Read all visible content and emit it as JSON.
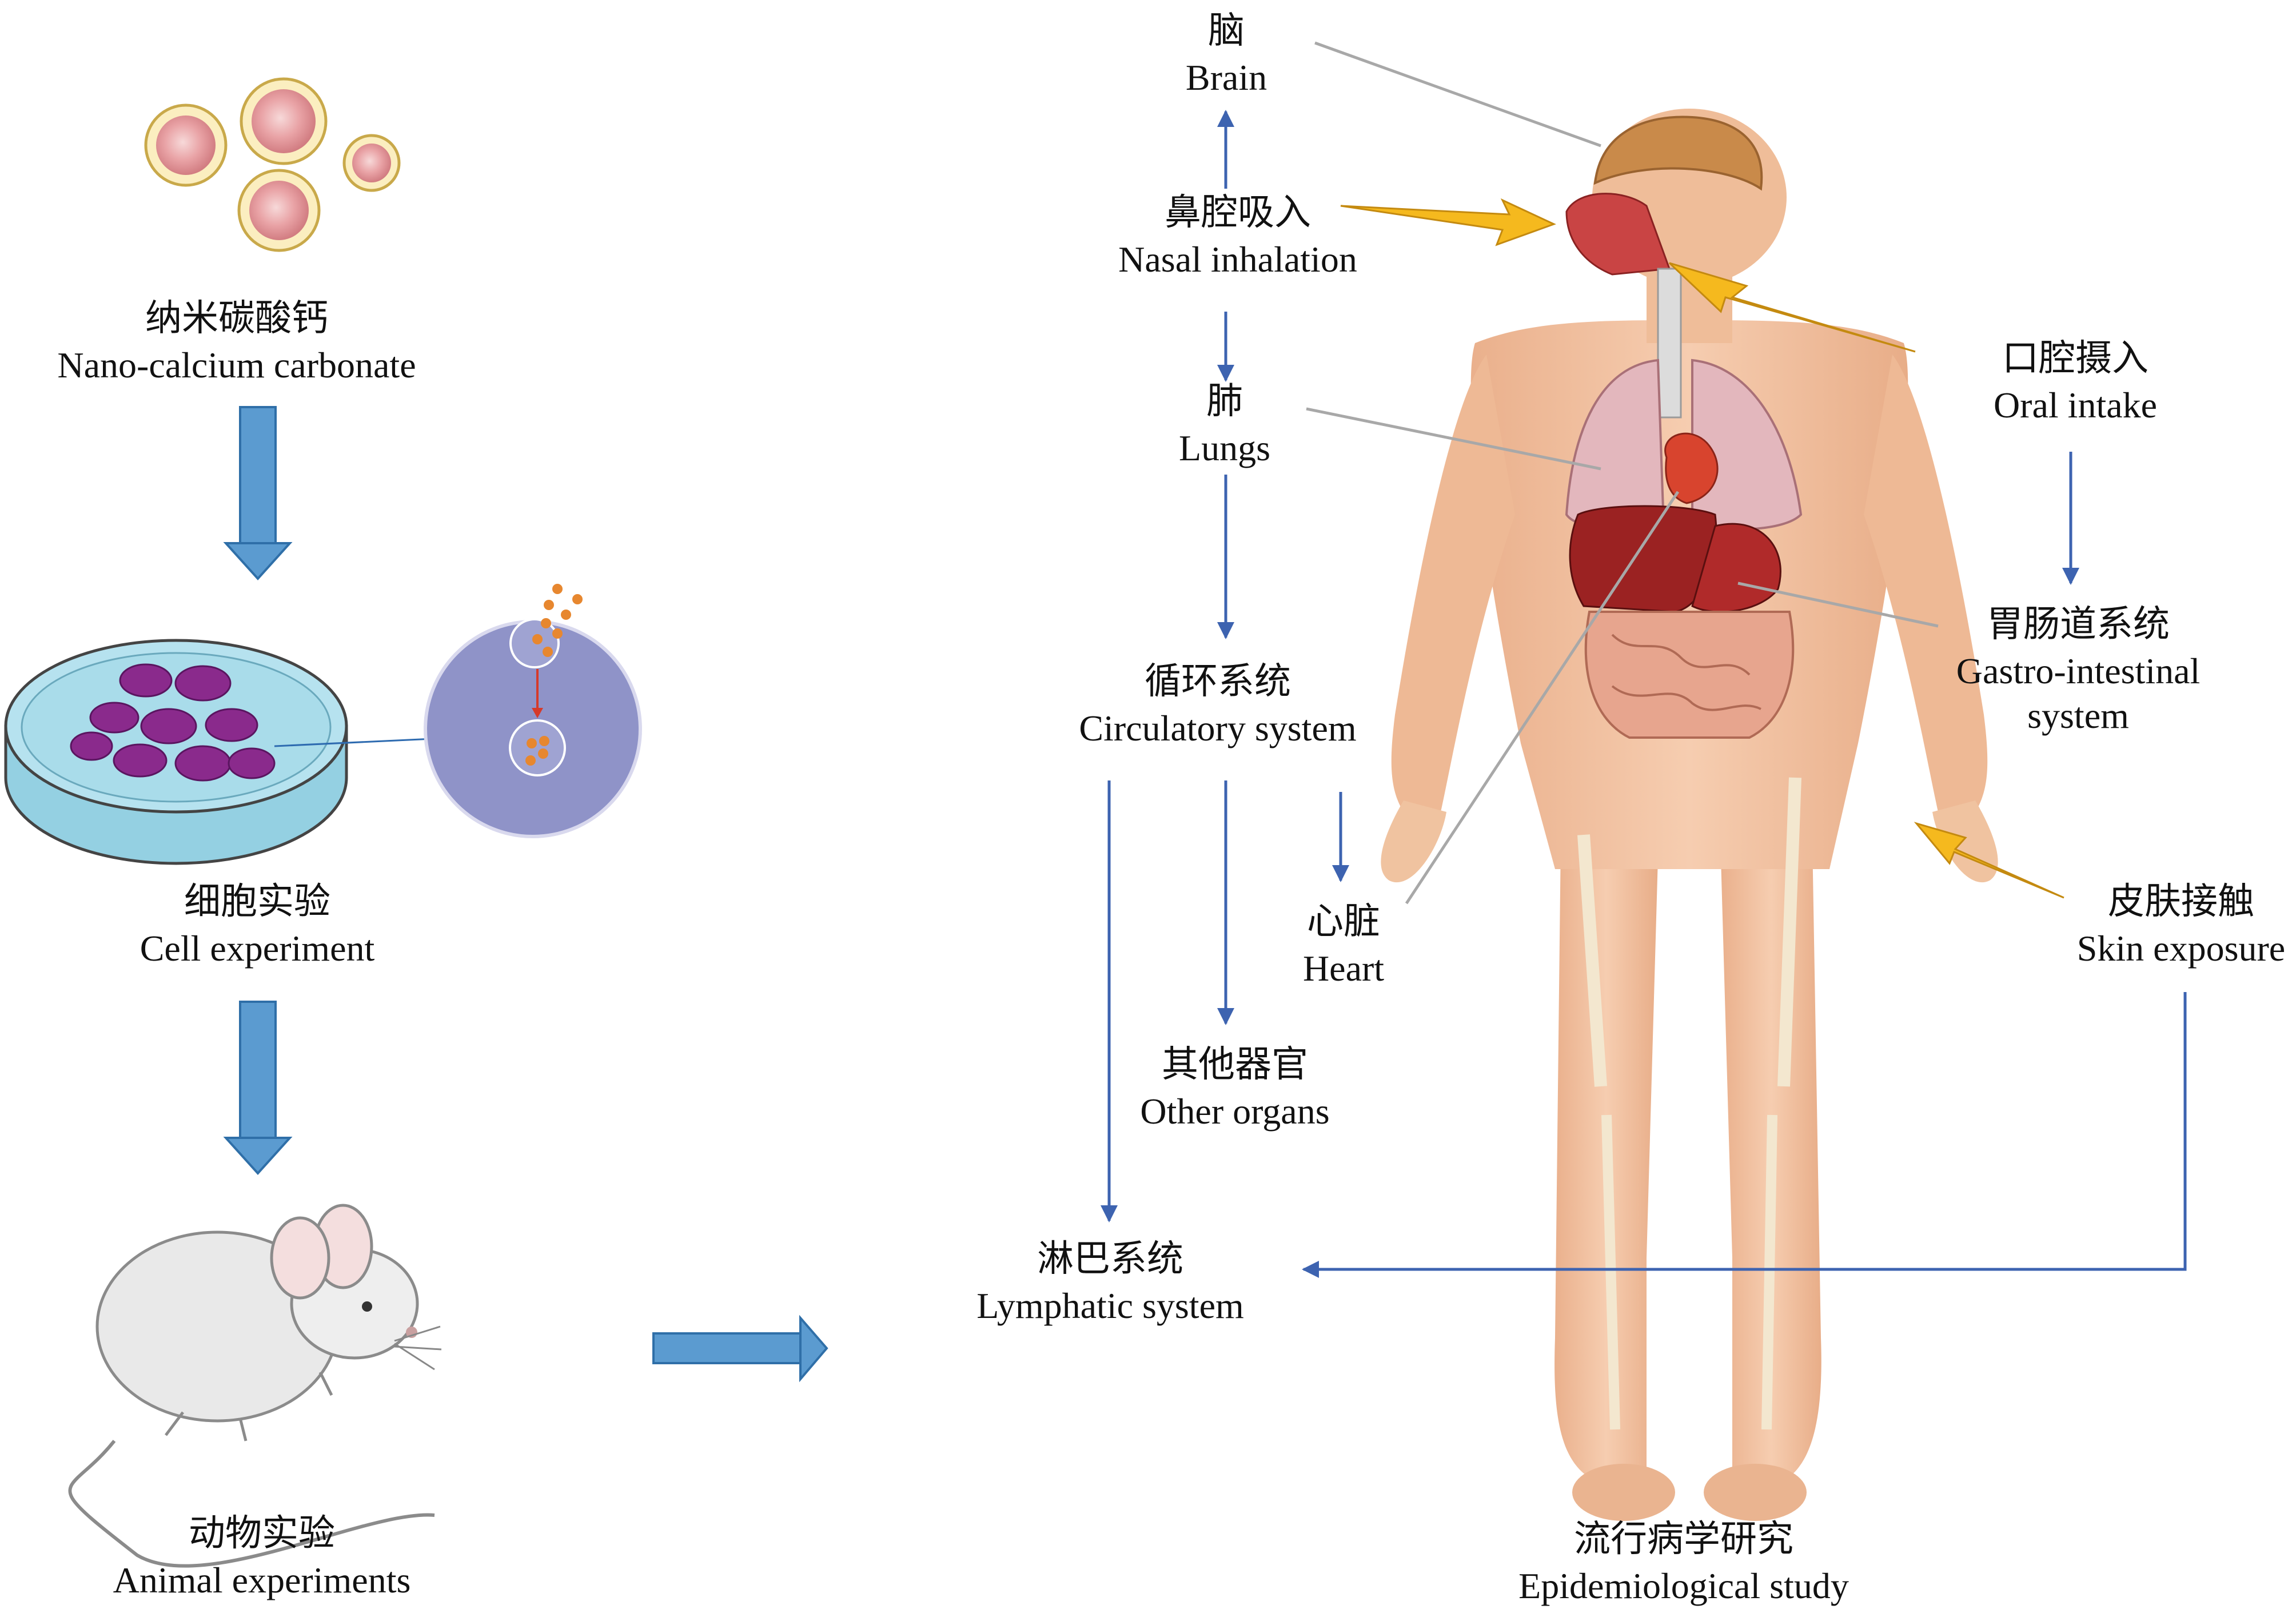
{
  "left_panel": {
    "nano": {
      "zh": "纳米碳酸钙",
      "en": "Nano-calcium carbonate"
    },
    "cell": {
      "zh": "细胞实验",
      "en": "Cell experiment"
    },
    "animal": {
      "zh": "动物实验",
      "en": "Animal experiments"
    }
  },
  "pathway": {
    "brain": {
      "zh": "脑",
      "en": "Brain"
    },
    "nasal": {
      "zh": "鼻腔吸入",
      "en": "Nasal inhalation"
    },
    "lungs": {
      "zh": "肺",
      "en": "Lungs"
    },
    "circulatory": {
      "zh": "循环系统",
      "en": "Circulatory system"
    },
    "heart": {
      "zh": "心脏",
      "en": "Heart"
    },
    "other": {
      "zh": "其他器官",
      "en": "Other organs"
    },
    "lymphatic": {
      "zh": "淋巴系统",
      "en": "Lymphatic system"
    },
    "oral": {
      "zh": "口腔摄入",
      "en": "Oral intake"
    },
    "gi": {
      "zh": "胃肠道系统",
      "en": "Gastro-intestinal",
      "en2": "system"
    },
    "skin": {
      "zh": "皮肤接触",
      "en": "Skin exposure"
    },
    "epi": {
      "zh": "流行病学研究",
      "en": "Epidemiological study"
    }
  },
  "colors": {
    "flow_arrow": "#3d63b0",
    "block_arrow": "#5b9bd0",
    "entry_arrow": "#f5b91e",
    "pointer_line": "#a8a8a8",
    "skin": "#f0bf9a",
    "cell_disk": "#8f93c8",
    "dish": "#a9dcea",
    "cell_purple": "#8a2a8c"
  }
}
